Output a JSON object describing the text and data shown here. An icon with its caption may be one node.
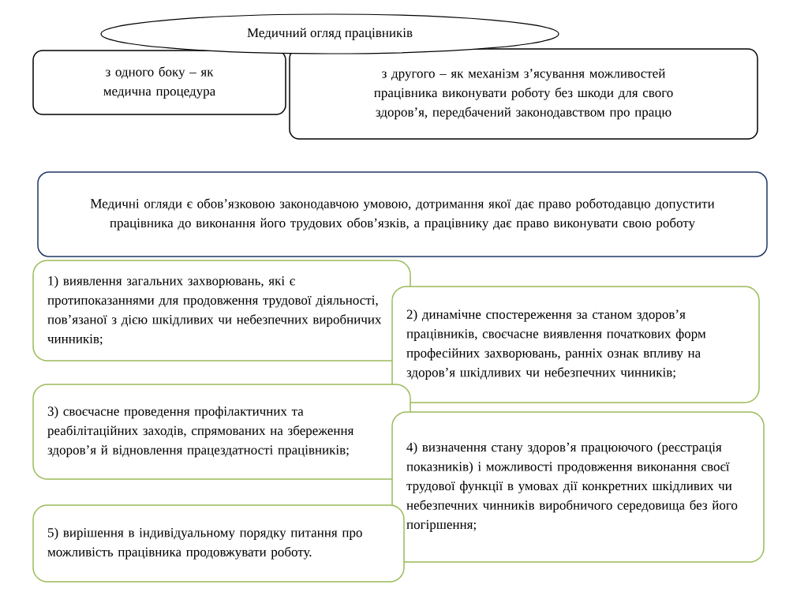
{
  "diagram": {
    "nodes": [
      {
        "text": [
          "Медичний огляд працівників"
        ]
      },
      {
        "text": [
          "з одного боку – як медична процедура"
        ]
      },
      {
        "text": [
          "з другого – як механізм з’ясування можливостей працівника виконувати роботу без шкоди для свого здоров’я, передбачений законодавством про працю"
        ]
      },
      {
        "text": [
          "Медичні огляди є обов’язковою законодавчою умовою, дотримання якої дає право роботодавцю допустити працівника до виконання його трудових обов’язків, а працівнику дає право виконувати свою роботу"
        ]
      },
      {
        "text": [
          "1) виявлення загальних захворювань, які є протипоказаннями для продовження трудової діяльності, пов’язаної з дією шкідливих чи небезпечних виробничих чинників;"
        ]
      },
      {
        "text": [
          "2) динамічне спостереження за станом здоров’я працівників, своєчасне виявлення початкових форм професійних захворювань, ранніх ознак впливу на здоров’я шкідливих чи небезпечних чинників;"
        ]
      },
      {
        "text": [
          "3) своєчасне проведення профілактичних та реабілітаційних заходів, спрямованих на збереження здоров’я й відновлення працездатності працівників;"
        ]
      },
      {
        "text": [
          "4) визначення стану здоров’я працюючого (реєстрація показників) і можливості продовження виконання своєї трудової функції в умовах дії конкретних шкідливих чи небезпечних чинників виробничого середовища без його погіршення;"
        ]
      },
      {
        "text": [
          "5) вирішення в індивідуальному порядку питання про можливість працівника продовжувати роботу."
        ]
      }
    ]
  }
}
